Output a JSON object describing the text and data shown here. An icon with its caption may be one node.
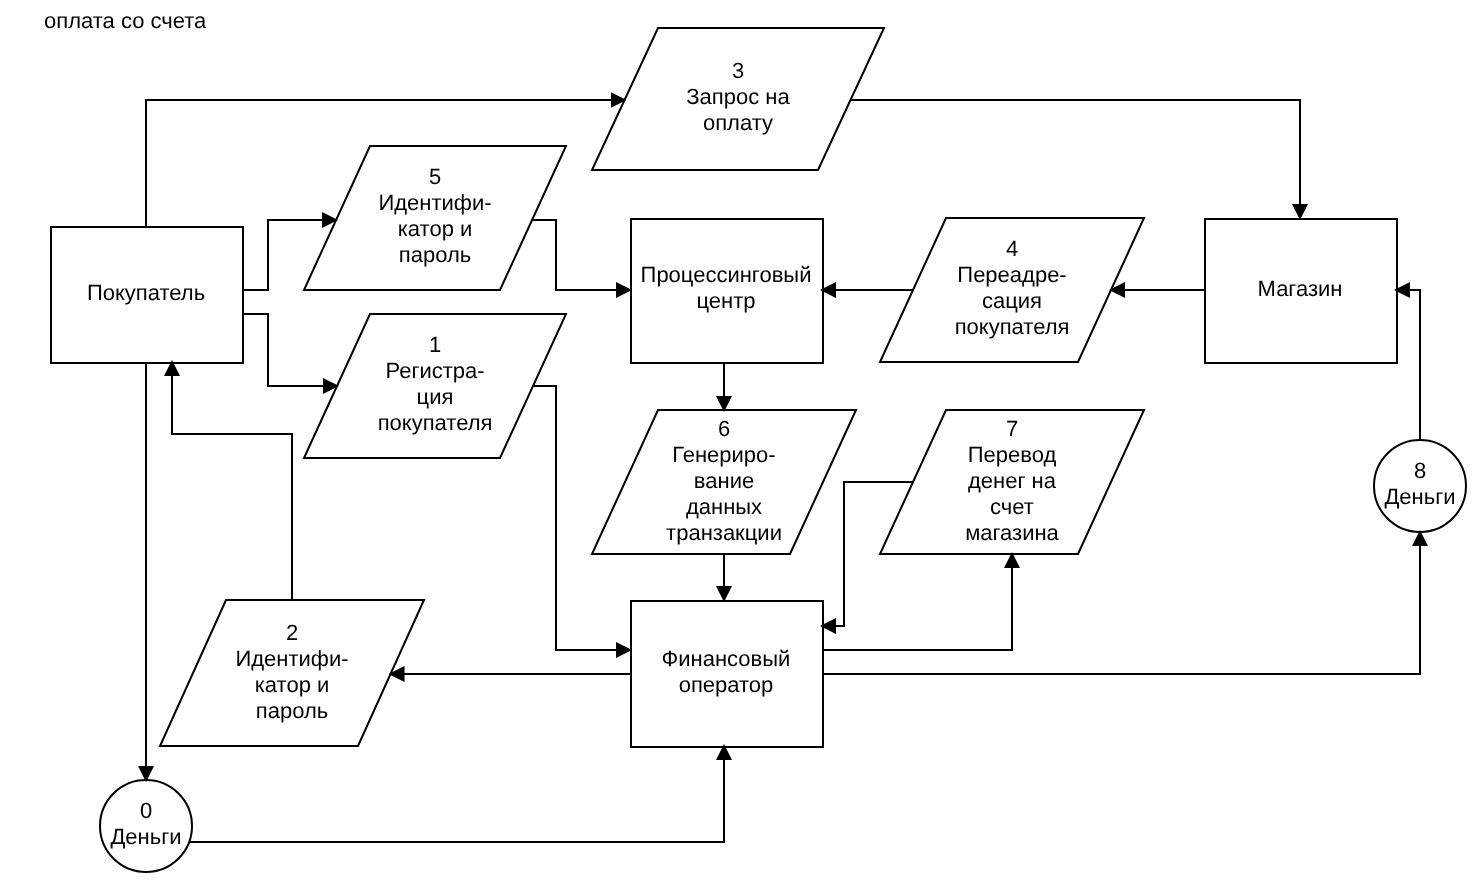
{
  "diagram": {
    "title": "оплата со счета",
    "nodes": [
      {
        "text": [
          "Покупатель"
        ]
      },
      {
        "text": [
          "3",
          "Запрос на оплату"
        ]
      },
      {
        "text": [
          "5",
          "Идентифи- катор и пароль"
        ]
      },
      {
        "text": [
          "Процессинговый центр"
        ]
      },
      {
        "text": [
          "4",
          "Переадре- сация покупателя"
        ]
      },
      {
        "text": [
          "Магазин"
        ]
      },
      {
        "text": [
          "1",
          "Регистра- ция покупателя"
        ]
      },
      {
        "text": [
          "6",
          "Генериро- вание данных транзакции"
        ]
      },
      {
        "text": [
          "7",
          "Перевод денег на счет магазина"
        ]
      },
      {
        "text": [
          "2",
          "Идентифи- катор и пароль"
        ]
      },
      {
        "text": [
          "Финансовый оператор"
        ]
      },
      {
        "text": [
          "8",
          "Деньги"
        ]
      },
      {
        "text": [
          "0",
          "Деньги"
        ]
      }
    ],
    "edges": [
      {
        "from": 0,
        "to": 1,
        "arrow": "to"
      },
      {
        "from": 1,
        "to": 5,
        "arrow": "to"
      },
      {
        "from": 0,
        "to": 2,
        "arrow": "to"
      },
      {
        "from": 2,
        "to": 3,
        "arrow": "to"
      },
      {
        "from": 5,
        "to": 4,
        "arrow": "to"
      },
      {
        "from": 4,
        "to": 3,
        "arrow": "to"
      },
      {
        "from": 0,
        "to": 6,
        "arrow": "to"
      },
      {
        "from": 6,
        "to": 10,
        "arrow": "to"
      },
      {
        "from": 3,
        "to": 7,
        "arrow": "to"
      },
      {
        "from": 7,
        "to": 10,
        "arrow": "to"
      },
      {
        "from": 8,
        "to": 10,
        "arrow": "to"
      },
      {
        "from": 10,
        "to": 8,
        "arrow": "to"
      },
      {
        "from": 10,
        "to": 9,
        "arrow": "to"
      },
      {
        "from": 9,
        "to": 0,
        "arrow": "to"
      },
      {
        "from": 0,
        "to": 12,
        "arrow": "to"
      },
      {
        "from": 12,
        "to": 10,
        "arrow": "to"
      },
      {
        "from": 10,
        "to": 11,
        "arrow": "to"
      },
      {
        "from": 11,
        "to": 5,
        "arrow": "to"
      }
    ]
  }
}
